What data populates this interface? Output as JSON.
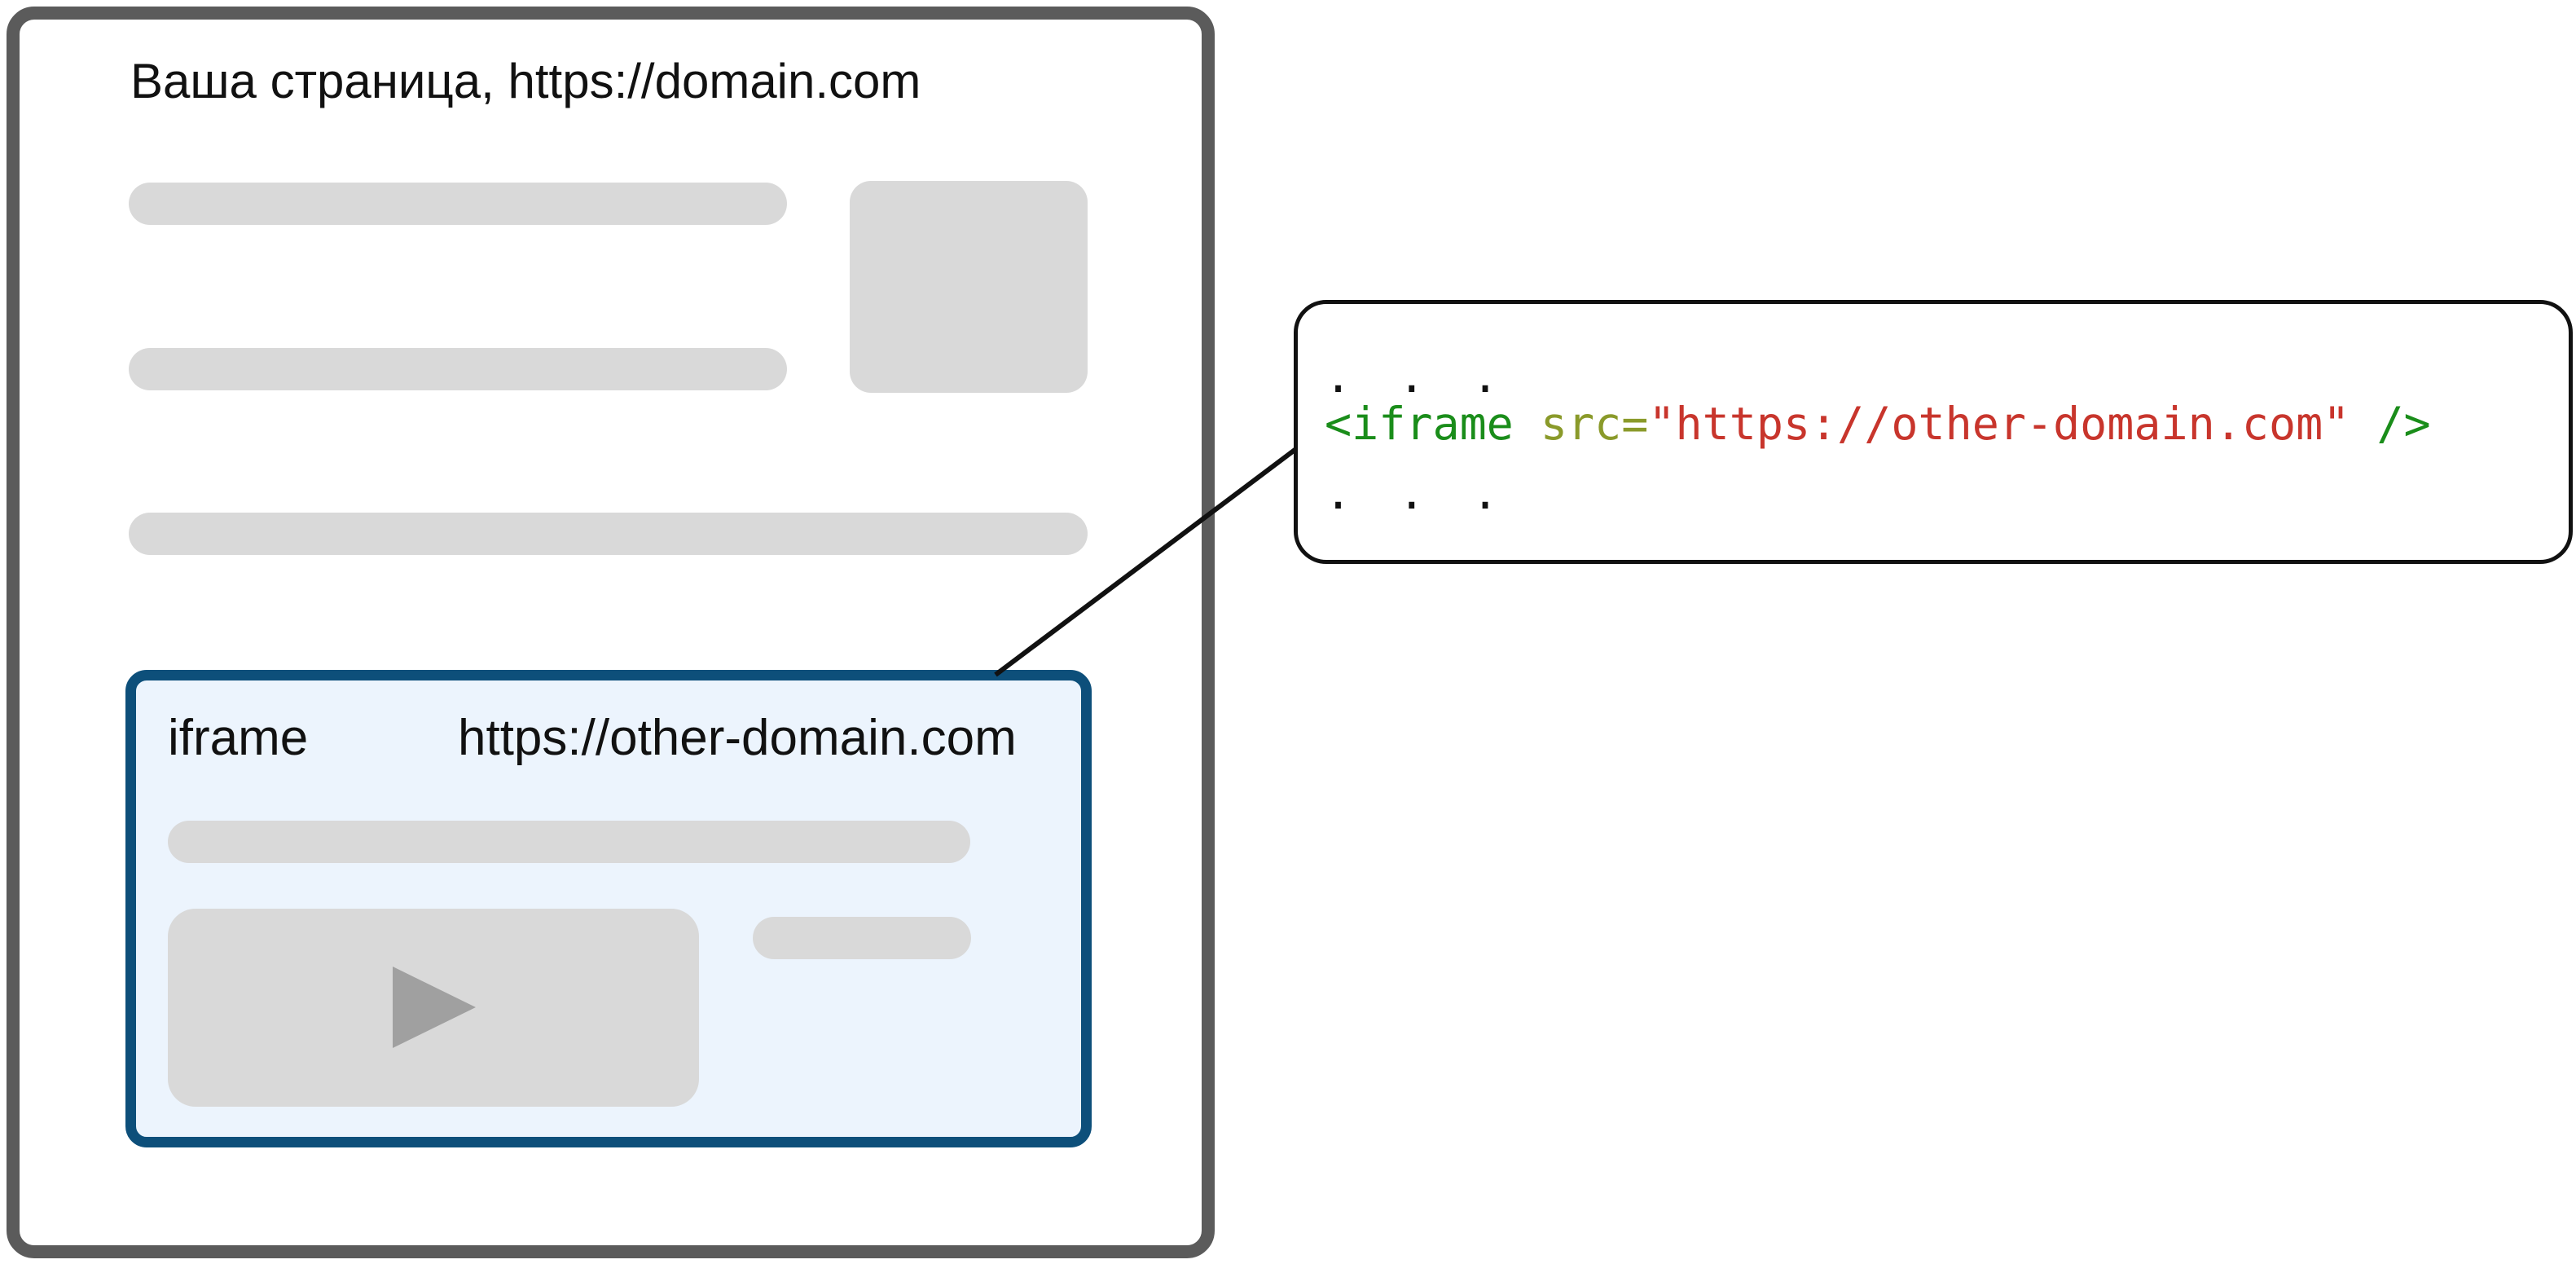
{
  "page": {
    "title": "Ваша страница, https://domain.com"
  },
  "iframe": {
    "label": "iframe",
    "url": "https://other-domain.com",
    "play_icon": "play-icon"
  },
  "code": {
    "ellipsis_top": ". . .",
    "tag_open": "<iframe",
    "attr": "src=",
    "value": "\"https://other-domain.com\"",
    "tag_close": "/>",
    "ellipsis_bottom": ". . ."
  },
  "colors": {
    "page_border": "#5b5b5b",
    "iframe_border": "#0d4f7a",
    "iframe_bg": "#ecf4fd",
    "placeholder": "#d9d9d9",
    "code_tag": "#1a8d1a",
    "code_attr": "#8a9a2a",
    "code_string": "#c8352c"
  }
}
